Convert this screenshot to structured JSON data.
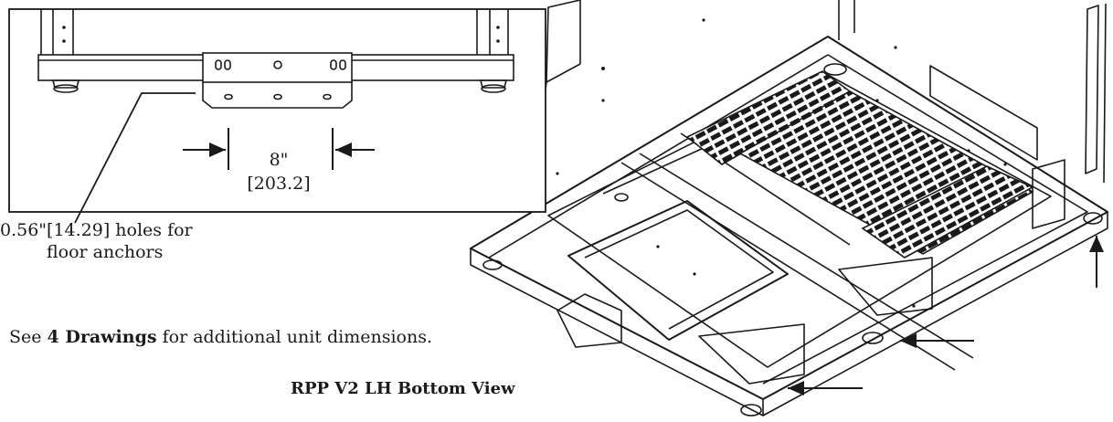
{
  "inset": {
    "dimension_in": "8\"",
    "dimension_mm": "[203.2]"
  },
  "callout": {
    "line1": "0.56\"[14.29] holes  for",
    "line2": "floor anchors"
  },
  "note": {
    "prefix": "See ",
    "link": "4 Drawings",
    "suffix": " for additional unit dimensions."
  },
  "caption": "RPP V2 LH Bottom View",
  "colors": {
    "line": "#1a1a1a",
    "background": "#ffffff"
  }
}
